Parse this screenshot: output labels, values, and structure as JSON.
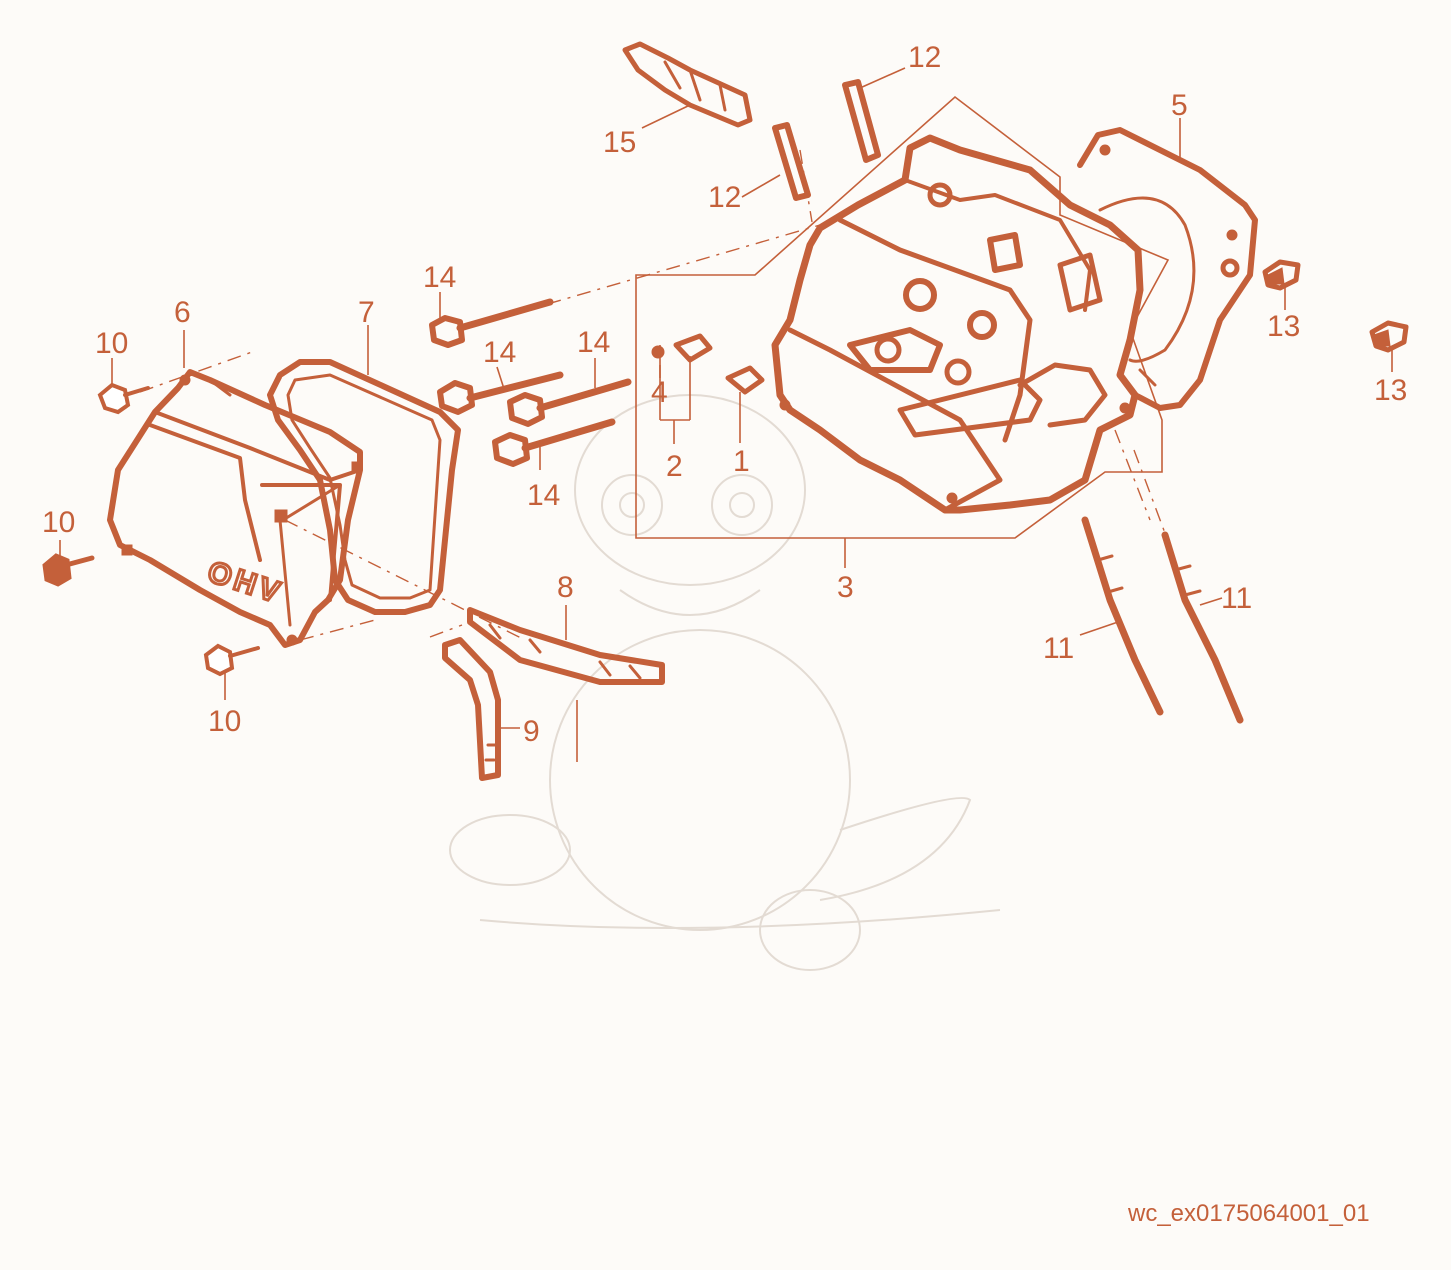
{
  "diagram": {
    "title": "",
    "accent_color": "#c4603a",
    "background_color": "#fdfbf8",
    "callouts": [
      "1",
      "2",
      "3",
      "4",
      "5",
      "6",
      "7",
      "8",
      "9",
      "10",
      "10",
      "10",
      "11",
      "11",
      "12",
      "12",
      "13",
      "13",
      "14",
      "14",
      "14",
      "14",
      "15"
    ],
    "cover_lettering": "OHV",
    "drawing_id": "wc_ex0175064001_01"
  }
}
